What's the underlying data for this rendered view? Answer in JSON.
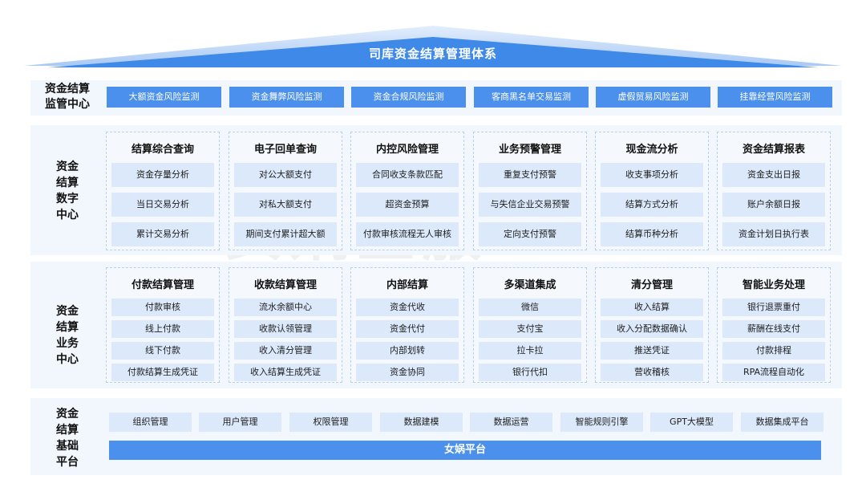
{
  "header": {
    "title": "司库资金结算管理体系"
  },
  "watermark": "女娲金服",
  "colors": {
    "accent": "#4b90ec",
    "item_bg": "#dbe9fb",
    "section_bg": "#f2f7fd"
  },
  "monitor": {
    "label": [
      "资金结算",
      "监管中心"
    ],
    "items": [
      "大额资金风险监测",
      "资金舞弊风险监测",
      "资金合规风险监测",
      "客商黑名单交易监测",
      "虚假贸易风险监测",
      "挂靠经营风险监测"
    ]
  },
  "digital": {
    "label": [
      "资金",
      "结算",
      "数字",
      "中心"
    ],
    "columns": [
      {
        "title": "结算综合查询",
        "items": [
          "资金存量分析",
          "当日交易分析",
          "累计交易分析"
        ]
      },
      {
        "title": "电子回单查询",
        "items": [
          "对公大额支付",
          "对私大额支付",
          "期间支付累计超大额"
        ]
      },
      {
        "title": "内控风险管理",
        "items": [
          "合同收支条款匹配",
          "超资金预算",
          "付款审核流程无人审核"
        ]
      },
      {
        "title": "业务预警管理",
        "items": [
          "重复支付预警",
          "与失信企业交易预警",
          "定向支付预警"
        ]
      },
      {
        "title": "现金流分析",
        "items": [
          "收支事项分析",
          "结算方式分析",
          "结算币种分析"
        ]
      },
      {
        "title": "资金结算报表",
        "items": [
          "资金支出日报",
          "账户余额日报",
          "资金计划日执行表"
        ]
      }
    ]
  },
  "business": {
    "label": [
      "资金",
      "结算",
      "业务",
      "中心"
    ],
    "columns": [
      {
        "title": "付款结算管理",
        "items": [
          "付款审核",
          "线上付款",
          "线下付款",
          "付款结算生成凭证"
        ]
      },
      {
        "title": "收款结算管理",
        "items": [
          "流水余额中心",
          "收款认领管理",
          "收入清分管理",
          "收入结算生成凭证"
        ]
      },
      {
        "title": "内部结算",
        "items": [
          "资金代收",
          "资金代付",
          "内部划转",
          "资金协同"
        ]
      },
      {
        "title": "多渠道集成",
        "items": [
          "微信",
          "支付宝",
          "拉卡拉",
          "银行代扣"
        ]
      },
      {
        "title": "清分管理",
        "items": [
          "收入结算",
          "收入分配数据确认",
          "推送凭证",
          "营收稽核"
        ]
      },
      {
        "title": "智能业务处理",
        "items": [
          "银行退票重付",
          "薪酬在线支付",
          "付款排程",
          "RPA流程自动化"
        ]
      }
    ]
  },
  "base": {
    "label": [
      "资金",
      "结算",
      "基础",
      "平台"
    ],
    "items": [
      "组织管理",
      "用户管理",
      "权限管理",
      "数据建模",
      "数据运营",
      "智能规则引擎",
      "GPT大模型",
      "数据集成平台"
    ],
    "platform": "女娲平台"
  }
}
